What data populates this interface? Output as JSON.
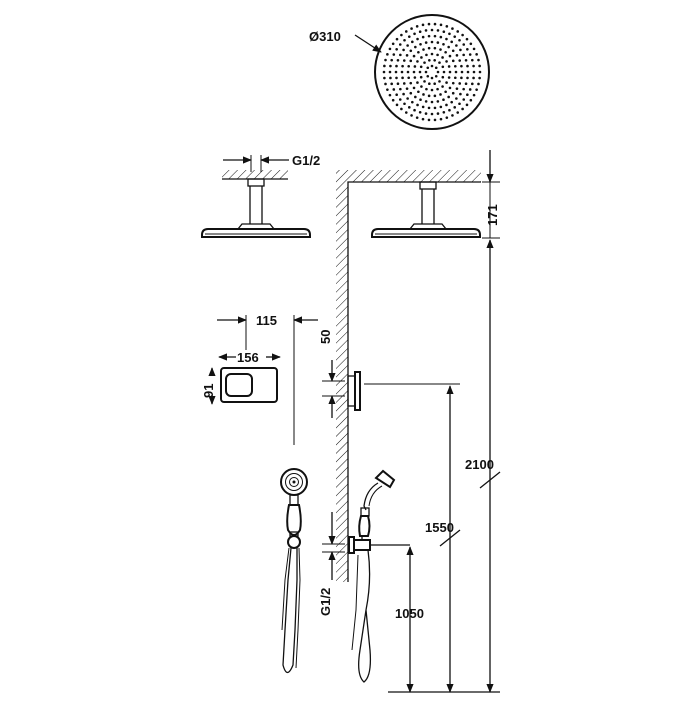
{
  "diagram": {
    "labels": {
      "diameter": "Ø310",
      "inlet_top": "G1/2",
      "height_arm": "171",
      "width_115": "115",
      "offset_50": "50",
      "width_156": "156",
      "height_91": "91",
      "height_2100": "2100",
      "height_1550": "1550",
      "height_1050": "1050",
      "inlet_bottom": "G1/2"
    },
    "colors": {
      "line": "#111111",
      "background": "#ffffff"
    }
  }
}
